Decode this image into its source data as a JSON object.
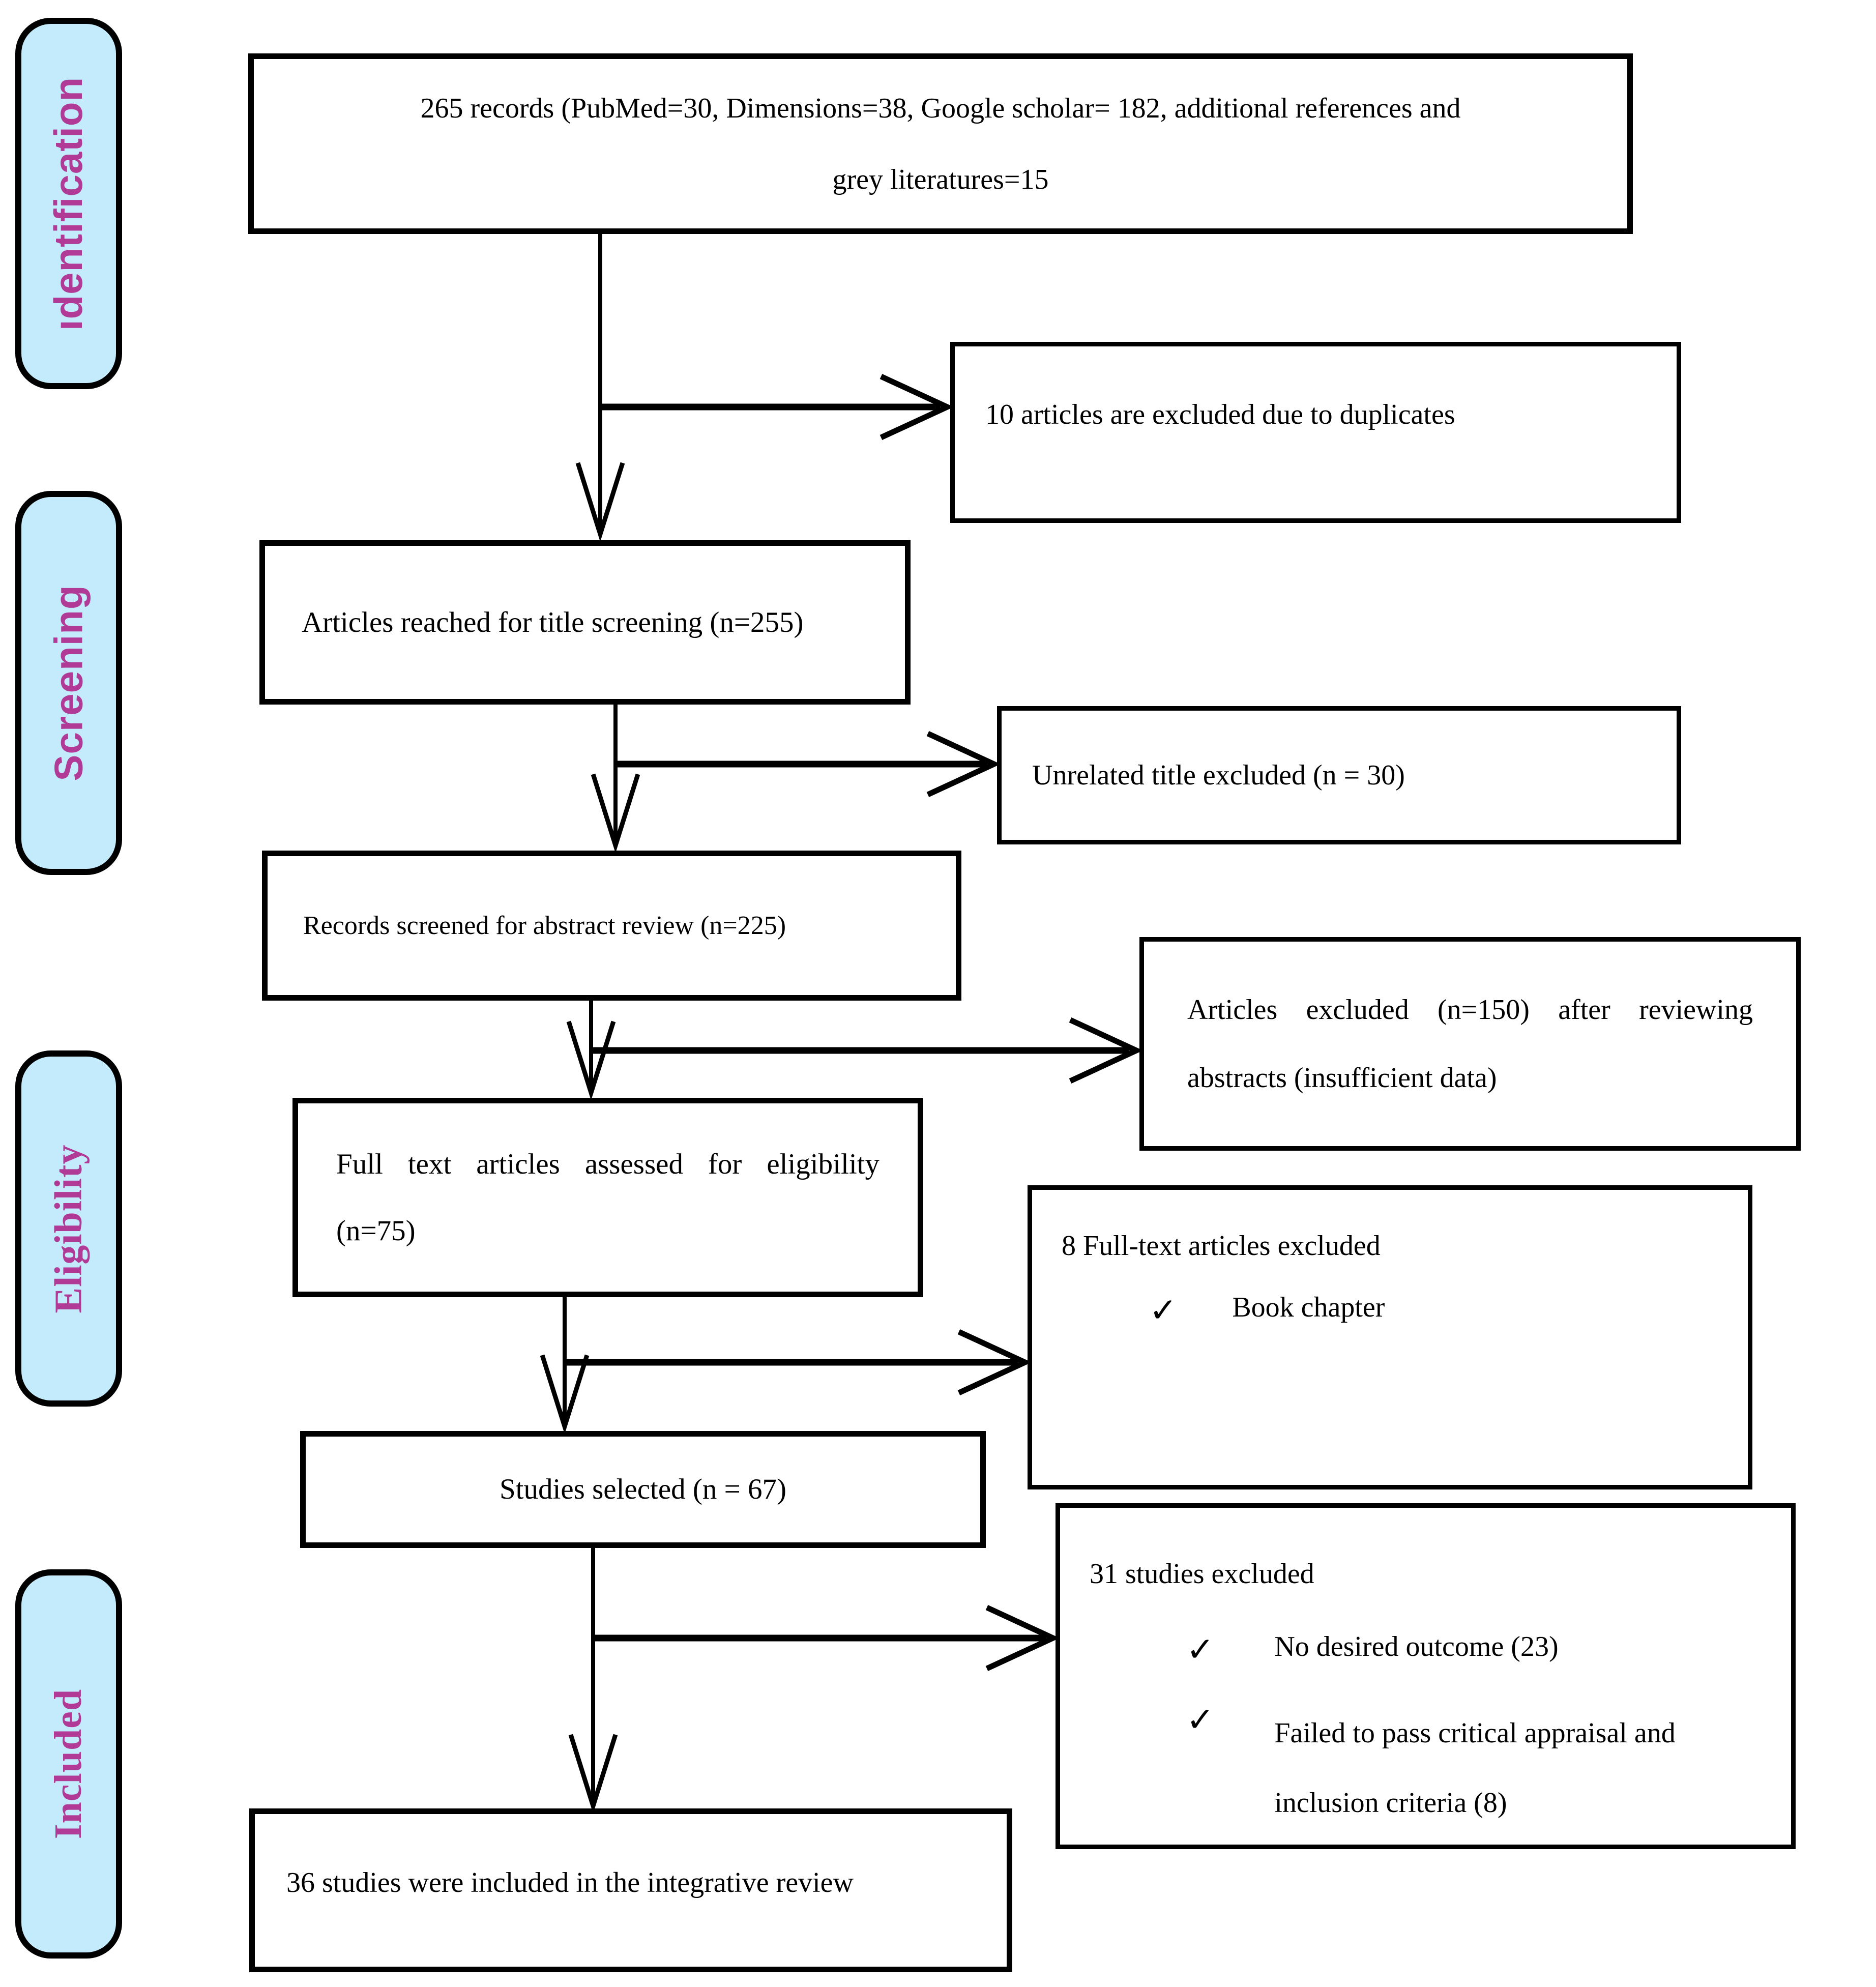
{
  "colors": {
    "stage_fill": "#c3ebfc",
    "stage_text": "#b03a96",
    "line_color": "#000000"
  },
  "stages": [
    {
      "label": "ıdentification"
    },
    {
      "label": "Screening"
    },
    {
      "label": "Eligibility"
    },
    {
      "label": "Included"
    }
  ],
  "boxes": {
    "records": {
      "line1": "265 records (PubMed=30, Dimensions=38, Google scholar= 182, additional references and",
      "line2": "grey literatures=15"
    },
    "duplicates_excluded": {
      "text": "10 articles are excluded due to duplicates"
    },
    "title_screening": {
      "text": "Articles reached for title screening (n=255)"
    },
    "unrelated_title": {
      "text": "Unrelated title excluded (n = 30)"
    },
    "abstract_review": {
      "text": "Records screened for abstract review (n=225)"
    },
    "abstract_excluded": {
      "line1": "Articles excluded (n=150) after reviewing",
      "line2": "abstracts (insufficient data)"
    },
    "full_text": {
      "line1": "Full text articles assessed for eligibility",
      "line2": "(n=75)"
    },
    "fulltext_excluded": {
      "title": "8 Full-text articles excluded",
      "items": [
        {
          "mark": "✓",
          "text": "Book chapter"
        }
      ]
    },
    "studies_selected": {
      "text": "Studies selected (n = 67)"
    },
    "studies_excluded": {
      "title": "31 studies excluded",
      "items": [
        {
          "mark": "✓",
          "text": "No desired outcome (23)"
        },
        {
          "mark": "✓",
          "text": "Failed to pass critical appraisal and inclusion criteria (8)"
        }
      ]
    },
    "included": {
      "text": "36 studies were included in the integrative review"
    }
  }
}
